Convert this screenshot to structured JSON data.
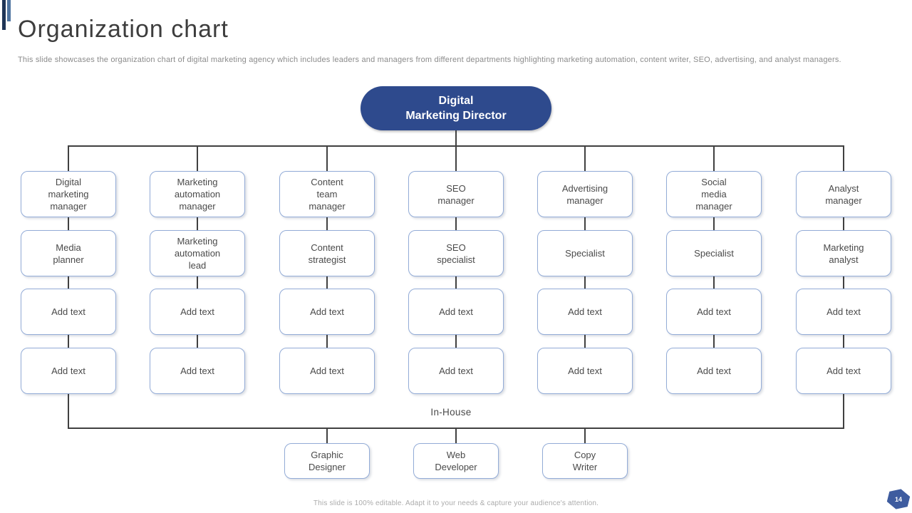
{
  "slide": {
    "title": "Organization chart",
    "subtitle": "This slide showcases the organization chart of digital marketing agency which includes leaders and managers from different departments highlighting marketing automation, content writer, SEO,  advertising, and analyst managers.",
    "footer": "This slide is 100% editable.  Adapt it to your needs & capture your audience's attention.",
    "page_number": "14"
  },
  "colors": {
    "director_fill": "#2e4a8d",
    "box_border": "#93acd7",
    "box_text": "#4a4a4a",
    "connector": "#404040",
    "accent_bar_dark": "#1f3557",
    "accent_bar_light": "#4f74a0",
    "badge_fill": "#3e5c9f"
  },
  "chart": {
    "root": "Digital\nMarketing Director",
    "in_house_label": "In-House",
    "columns": [
      {
        "name": "digital-marketing",
        "levels": [
          "Digital\nmarketing\nmanager",
          "Media\nplanner",
          "Add text",
          "Add text"
        ]
      },
      {
        "name": "marketing-automation",
        "levels": [
          "Marketing\nautomation\nmanager",
          "Marketing\nautomation\nlead",
          "Add text",
          "Add text"
        ]
      },
      {
        "name": "content-team",
        "levels": [
          "Content\nteam\nmanager",
          "Content\nstrategist",
          "Add text",
          "Add text"
        ]
      },
      {
        "name": "seo",
        "levels": [
          "SEO\nmanager",
          "SEO\nspecialist",
          "Add text",
          "Add text"
        ]
      },
      {
        "name": "advertising",
        "levels": [
          "Advertising\nmanager",
          "Specialist",
          "Add text",
          "Add text"
        ]
      },
      {
        "name": "social-media",
        "levels": [
          "Social\nmedia\nmanager",
          "Specialist",
          "Add text",
          "Add text"
        ]
      },
      {
        "name": "analyst",
        "levels": [
          "Analyst\nmanager",
          "Marketing\nanalyst",
          "Add text",
          "Add text"
        ]
      }
    ],
    "bottom_row": [
      "Graphic\nDesigner",
      "Web\nDeveloper",
      "Copy\nWriter"
    ]
  }
}
